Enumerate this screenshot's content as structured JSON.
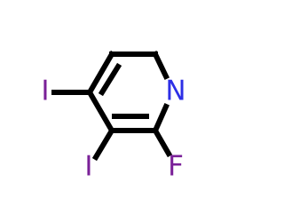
{
  "molecule": {
    "atoms": {
      "nitrogen": {
        "label": "N",
        "color": "#2d2fe6"
      },
      "fluorine": {
        "label": "F",
        "color": "#7a2098"
      },
      "iodine_4": {
        "label": "I",
        "color": "#7a2098"
      },
      "iodine_3": {
        "label": "I",
        "color": "#7a2098"
      }
    },
    "bond_color": "#000000",
    "background": "#ffffff"
  }
}
